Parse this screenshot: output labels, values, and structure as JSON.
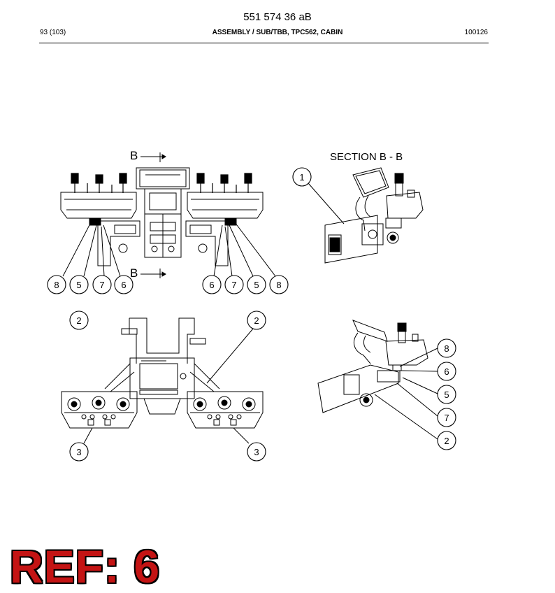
{
  "header": {
    "doc_number": "551 574 36 aB",
    "page_count": "93 (103)",
    "title": "ASSEMBLY / SUB/TBB, TPC562, CABIN",
    "date": "100126"
  },
  "drawing": {
    "section_marker": "B",
    "section_title": "SECTION  B - B",
    "front_view_callouts": [
      "8",
      "5",
      "7",
      "6",
      "6",
      "7",
      "5",
      "8"
    ],
    "bottom_view_callouts": [
      "2",
      "2",
      "3",
      "3"
    ],
    "section_view_callouts": [
      "1"
    ],
    "side_view_callouts": [
      "8",
      "6",
      "5",
      "7",
      "2"
    ]
  },
  "reference": {
    "label": "REF: 6"
  }
}
